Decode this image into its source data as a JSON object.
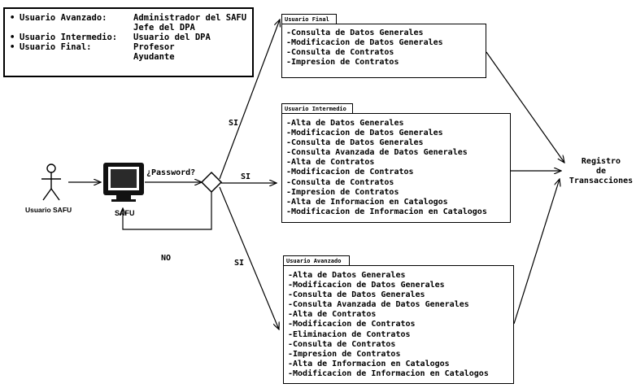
{
  "legend": {
    "rows": [
      {
        "bullet": "•",
        "role": "Usuario Avanzado:",
        "value": "Administrador del SAFU"
      },
      {
        "bullet": "",
        "role": "",
        "value": "Jefe del DPA"
      },
      {
        "bullet": "•",
        "role": "Usuario Intermedio:",
        "value": "Usuario del DPA"
      },
      {
        "bullet": "•",
        "role": "Usuario Final:",
        "value": "Profesor"
      },
      {
        "bullet": "",
        "role": "",
        "value": "Ayudante"
      }
    ]
  },
  "actor": {
    "label": "Usuario SAFU"
  },
  "system": {
    "label": "SAFU"
  },
  "flow": {
    "password_label": "¿Password?",
    "yes_top": "SI",
    "yes_mid": "SI",
    "yes_bottom": "SI",
    "no_label": "NO"
  },
  "panels": {
    "final": {
      "title": "Usuario Final",
      "items": [
        "-Consulta de Datos Generales",
        "-Modificacion de Datos Generales",
        "-Consulta de Contratos",
        "-Impresion de Contratos"
      ]
    },
    "intermedio": {
      "title": "Usuario Intermedio",
      "items": [
        "-Alta de Datos Generales",
        "-Modificacion de Datos Generales",
        "-Consulta de Datos Generales",
        "-Consulta Avanzada de Datos Generales",
        "-Alta de Contratos",
        "-Modificacion de Contratos",
        "-Consulta de Contratos",
        "-Impresion de Contratos",
        "-Alta de Informacion en Catalogos",
        "-Modificacion de Informacion en Catalogos"
      ]
    },
    "avanzado": {
      "title": "Usuario Avanzado",
      "items": [
        "-Alta de Datos Generales",
        "-Modificacion de Datos Generales",
        "-Consulta de Datos Generales",
        "-Consulta Avanzada de Datos Generales",
        "-Alta de Contratos",
        "-Modificacion de Contratos",
        "-Eliminacion de Contratos",
        "-Consulta de Contratos",
        "-Impresion de Contratos",
        "-Alta de Informacion en Catalogos",
        "-Modificacion de Informacion en Catalogos"
      ]
    }
  },
  "registro": {
    "line1": "Registro",
    "line2": "de",
    "line3": "Transacciones"
  }
}
